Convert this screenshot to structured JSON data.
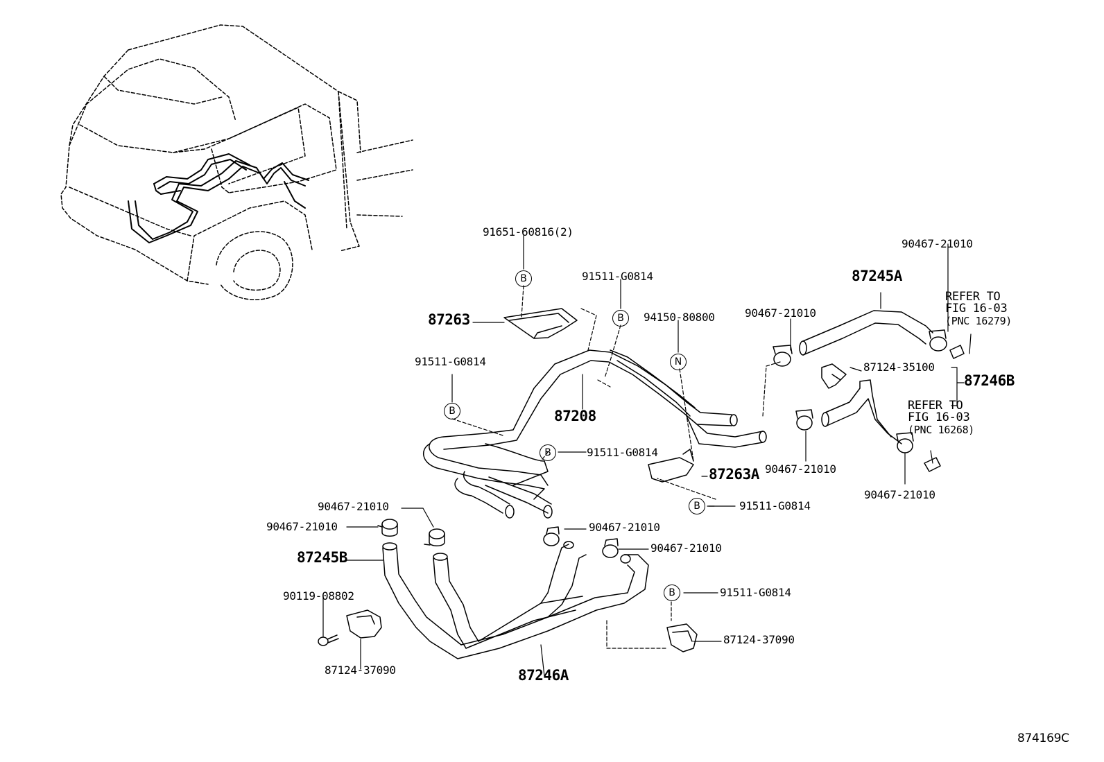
{
  "labels": {
    "p91651": "91651-60816(2)",
    "p91511_top": "91511-G0814",
    "p87263": "87263",
    "p94150": "94150-80800",
    "p90467_top_mid": "90467-21010",
    "p87245A": "87245A",
    "p90467_top_right": "90467-21010",
    "ref1_line1": "REFER TO",
    "ref1_line2": "FIG 16-03",
    "ref1_line3": "(PNC 16279)",
    "p87124_35100": "87124-35100",
    "p87246B": "87246B",
    "ref2_line1": "REFER TO",
    "ref2_line2": "FIG 16-03",
    "ref2_line3": "(PNC 16268)",
    "p91511_left": "91511-G0814",
    "p87208": "87208",
    "p91511_mid": "91511-G0814",
    "p87263A": "87263A",
    "p90467_mid_a": "90467-21010",
    "p90467_mid_b": "90467-21010",
    "p91511_lower_mid": "91511-G0814",
    "p90467_left_a": "90467-21010",
    "p90467_left_b": "90467-21010",
    "p90467_center_a": "90467-21010",
    "p90467_center_b": "90467-21010",
    "p87245B": "87245B",
    "p91511_bottom": "91511-G0814",
    "p90119": "90119-08802",
    "p87124_37090_right": "87124-37090",
    "p87124_37090_left": "87124-37090",
    "p87246A": "87246A",
    "diagram_id": "874169C"
  },
  "markers": {
    "b": "B",
    "n": "N"
  }
}
